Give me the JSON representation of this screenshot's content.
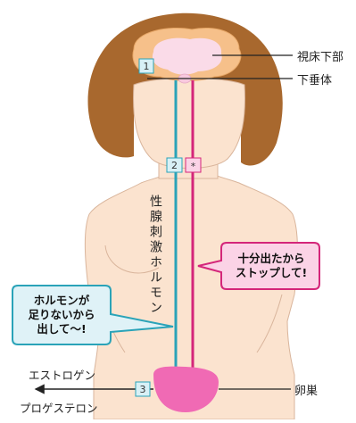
{
  "labels": {
    "hypothalamus": "視床下部",
    "pituitary": "下垂体",
    "ovary": "卵巣",
    "estrogen": "エストロゲン",
    "progesterone": "プロゲステロン",
    "gonadotropin": "性腺刺激ホルモン"
  },
  "markers": {
    "m1": "1",
    "m2": "2",
    "m3": "3",
    "star": "*"
  },
  "bubbles": {
    "stop": "十分出たから\nストップして!",
    "release": "ホルモンが\n足りないから\n出して～!"
  },
  "colors": {
    "skin": "#fbe3cf",
    "skin_outline": "#d9b59c",
    "hair": "#a8682e",
    "brain_outer": "#f6c08a",
    "brain_inner": "#fadbe8",
    "teal_line": "#2aa3b8",
    "magenta_line": "#d4267a",
    "ovary": "#f06ab4",
    "stop_bubble_fill": "#fbd3e6",
    "stop_bubble_stroke": "#d4267a",
    "release_bubble_fill": "#dff2f7",
    "release_bubble_stroke": "#2aa3b8"
  }
}
